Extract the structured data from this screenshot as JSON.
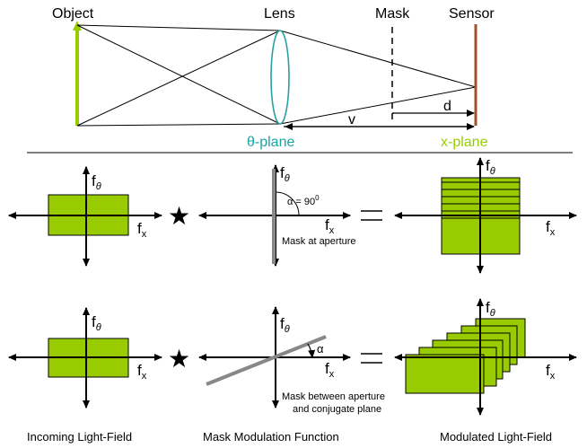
{
  "optics": {
    "object": "Object",
    "lens": "Lens",
    "mask": "Mask",
    "sensor": "Sensor",
    "v": "v",
    "d": "d",
    "theta_plane": "θ-plane",
    "x_plane": "x-plane"
  },
  "axes": {
    "f": "f",
    "theta_sub": "θ",
    "x_sub": "x"
  },
  "row1": {
    "alpha_label": "α = 90",
    "alpha_sup": "0",
    "mask_caption": "Mask at aperture"
  },
  "row2": {
    "alpha_label": "α",
    "mask_caption_line1": "Mask between aperture",
    "mask_caption_line2": "and conjugate plane"
  },
  "captions": {
    "incoming": "Incoming Light-Field",
    "modulation": "Mask Modulation Function",
    "modulated": "Modulated Light-Field"
  },
  "colors": {
    "object_arrow": "#99cc00",
    "lens": "#2aa0a0",
    "sensor": "#a0522d",
    "theta_plane_text": "#1aa3a3",
    "x_plane_text": "#99cc00",
    "block_fill": "#99cc00",
    "mask_line": "#888888"
  }
}
